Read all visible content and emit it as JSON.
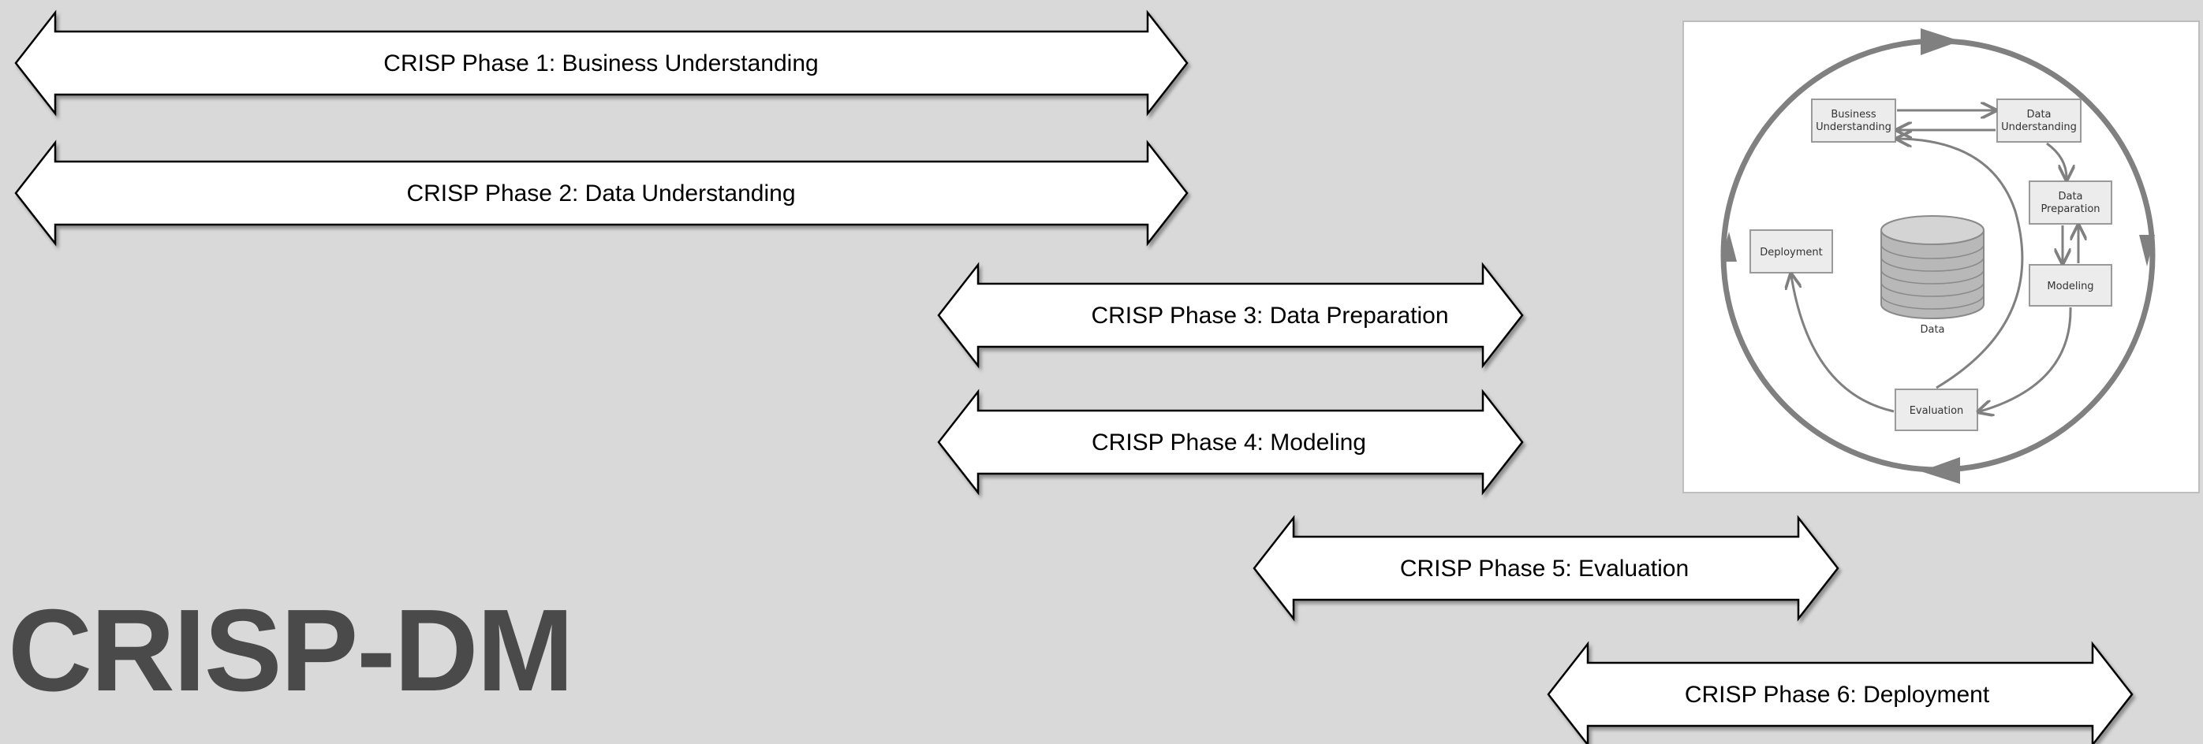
{
  "title": "CRISP-DM",
  "phases": [
    {
      "label": "CRISP Phase 1: Business Understanding"
    },
    {
      "label": "CRISP Phase 2: Data Understanding"
    },
    {
      "label": "CRISP Phase 3: Data Preparation"
    },
    {
      "label": "CRISP Phase 4: Modeling"
    },
    {
      "label": "CRISP Phase 5: Evaluation"
    },
    {
      "label": "CRISP Phase 6: Deployment"
    }
  ],
  "cycle": {
    "business_understanding": [
      "Business",
      "Understanding"
    ],
    "data_understanding": [
      "Data",
      "Understanding"
    ],
    "data_preparation": [
      "Data",
      "Preparation"
    ],
    "modeling": "Modeling",
    "evaluation": "Evaluation",
    "deployment": "Deployment",
    "data": "Data"
  },
  "colors": {
    "background": "#d9d9d9",
    "title": "#4a4a4a",
    "arrow_fill": "#ffffff",
    "arrow_stroke": "#000000",
    "cycle_stroke": "#808080"
  }
}
